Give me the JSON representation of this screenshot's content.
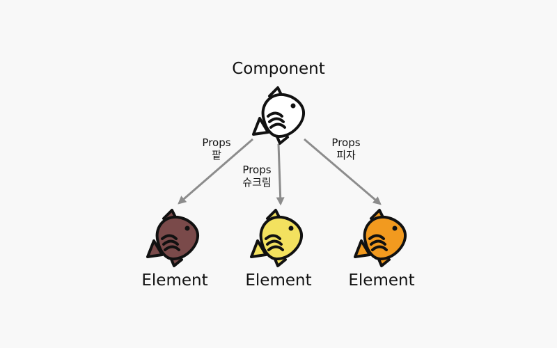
{
  "component": {
    "label": "Component",
    "icon": "fish-bread-icon",
    "fill": "#ffffff"
  },
  "edges": [
    {
      "label": "Props",
      "flavor": "팥"
    },
    {
      "label": "Props",
      "flavor": "슈크림"
    },
    {
      "label": "Props",
      "flavor": "피자"
    }
  ],
  "elements": [
    {
      "label": "Element",
      "icon": "fish-bread-icon",
      "fill": "#7a4a4a"
    },
    {
      "label": "Element",
      "icon": "fish-bread-icon",
      "fill": "#f3e15f"
    },
    {
      "label": "Element",
      "icon": "fish-bread-icon",
      "fill": "#f29a1f"
    }
  ],
  "colors": {
    "arrow": "#8c8c8c",
    "outline": "#111111"
  }
}
